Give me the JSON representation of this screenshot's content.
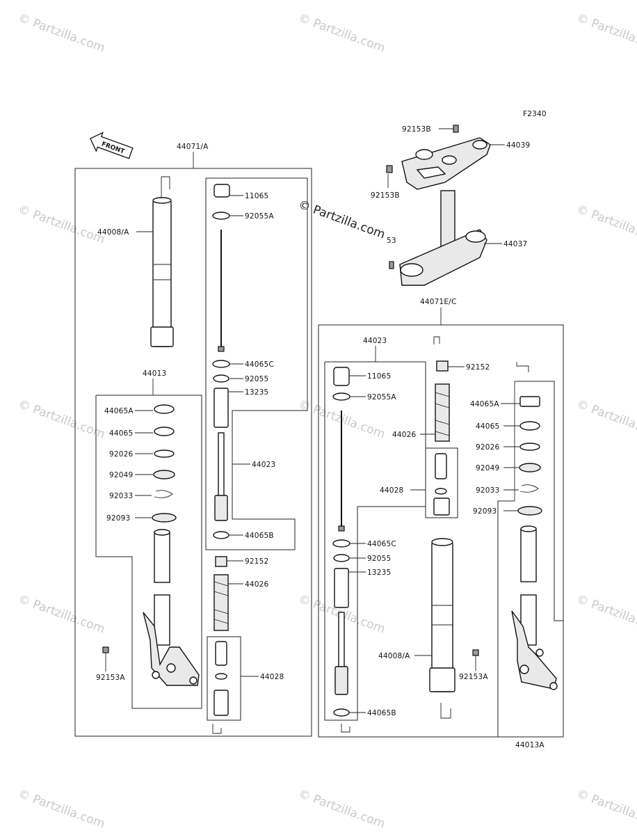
{
  "diagram_code": "F2340",
  "front_label": "FRONT",
  "watermark": "© Partzilla.com",
  "colors": {
    "line": "#222222",
    "watermark": "#c9c9c9",
    "background": "#ffffff"
  },
  "assemblies": {
    "left": "44071/A",
    "right": "44071E/C",
    "left_outer_tube_group": "44013",
    "left_cartridge": "44023",
    "right_cartridge": "44023",
    "right_outer_tube_group": "44013A"
  },
  "labels": {
    "p44039": "44039",
    "p92153B_top": "92153B",
    "p92153B_bottom": "92153B",
    "p44037": "44037",
    "p92153_fragment": "53",
    "L_44008A": "44008/A",
    "L_11065": "11065",
    "L_92055A": "92055A",
    "L_44065C": "44065C",
    "L_92055": "92055",
    "L_13235": "13235",
    "L_44023": "44023",
    "L_44065B": "44065B",
    "L_92152": "92152",
    "L_44026": "44026",
    "L_44028": "44028",
    "L_44065A": "44065A",
    "L_44065": "44065",
    "L_92026": "92026",
    "L_92049": "92049",
    "L_92033": "92033",
    "L_92093": "92093",
    "L_92153A": "92153A",
    "R_11065": "11065",
    "R_92055A": "92055A",
    "R_44065C": "44065C",
    "R_92055": "92055",
    "R_13235": "13235",
    "R_44065B": "44065B",
    "R_92152": "92152",
    "R_44026": "44026",
    "R_44028": "44028",
    "R_44008A": "44008/A",
    "R_44065A": "44065A",
    "R_44065": "44065",
    "R_92026": "92026",
    "R_92049": "92049",
    "R_92033": "92033",
    "R_92093": "92093",
    "R_92153A": "92153A"
  }
}
